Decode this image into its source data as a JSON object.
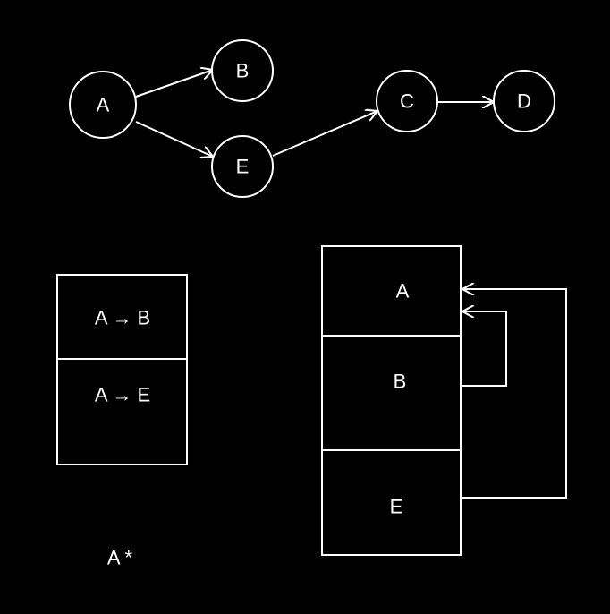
{
  "colors": {
    "background": "#000000",
    "foreground": "#ffffff"
  },
  "graph": {
    "nodes": [
      {
        "id": "A",
        "label": "A"
      },
      {
        "id": "B",
        "label": "B"
      },
      {
        "id": "E",
        "label": "E"
      },
      {
        "id": "C",
        "label": "C"
      },
      {
        "id": "D",
        "label": "D"
      }
    ],
    "edges": [
      {
        "from": "A",
        "to": "B"
      },
      {
        "from": "A",
        "to": "E"
      },
      {
        "from": "E",
        "to": "C"
      },
      {
        "from": "C",
        "to": "D"
      }
    ]
  },
  "edge_table": {
    "rows": [
      {
        "label": "A → B"
      },
      {
        "label": "A → E"
      }
    ]
  },
  "stack": {
    "cells": [
      {
        "label": "A"
      },
      {
        "label": "B"
      },
      {
        "label": "E"
      }
    ],
    "back_pointers": [
      {
        "from": "B",
        "to": "A"
      },
      {
        "from": "E",
        "to": "A"
      }
    ]
  },
  "footer": {
    "label": "A *"
  }
}
